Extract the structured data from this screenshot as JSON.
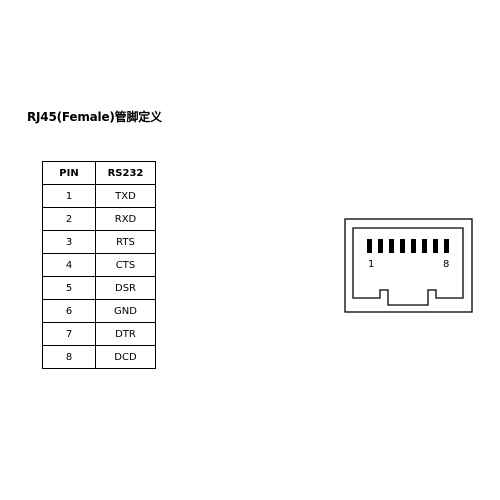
{
  "title": "RJ45(Female)管脚定义",
  "table": {
    "headers": [
      "PIN",
      "RS232"
    ],
    "rows": [
      {
        "pin": "1",
        "signal": "TXD"
      },
      {
        "pin": "2",
        "signal": "RXD"
      },
      {
        "pin": "3",
        "signal": "RTS"
      },
      {
        "pin": "4",
        "signal": "CTS"
      },
      {
        "pin": "5",
        "signal": "DSR"
      },
      {
        "pin": "6",
        "signal": "GND"
      },
      {
        "pin": "7",
        "signal": "DTR"
      },
      {
        "pin": "8",
        "signal": "DCD"
      }
    ]
  },
  "connector": {
    "pin_first_label": "1",
    "pin_last_label": "8",
    "pin_count": 8
  }
}
